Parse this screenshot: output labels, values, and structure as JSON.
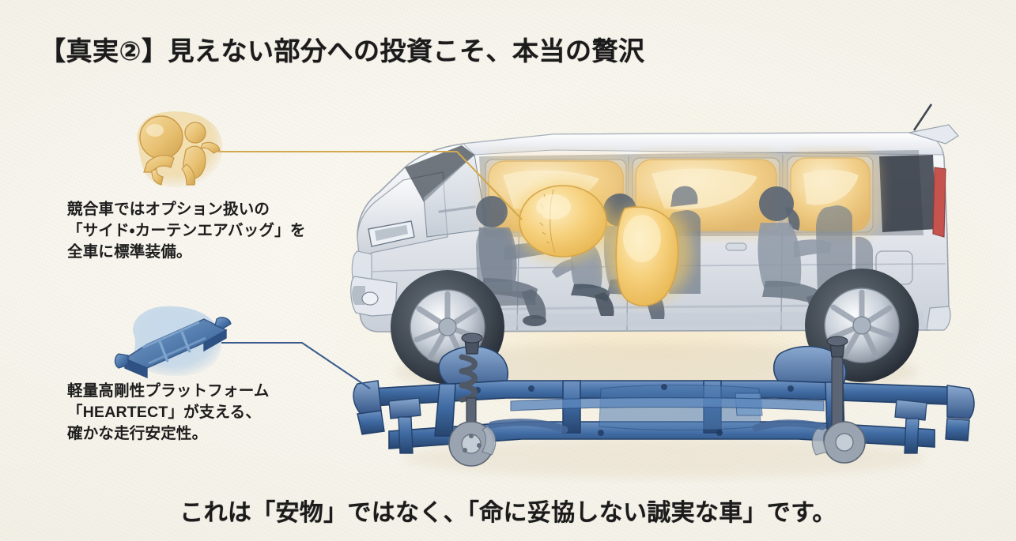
{
  "page": {
    "title": "【真実②】見えない部分への投資こそ、本当の贅沢",
    "footer": "これは「安物」ではなく、「命に妥協しない誠実な車」です。",
    "background_color": "#f6f4ed",
    "title_color": "#1b1b1b"
  },
  "callouts": [
    {
      "id": "airbag",
      "icon_name": "airbag-occupant-icon",
      "accent_color": "#d8a942",
      "lines": [
        "競合車ではオプション扱いの",
        "「サイド・カーテンエアバッグ」を",
        "全車に標準装備。"
      ]
    },
    {
      "id": "platform",
      "icon_name": "chassis-platform-icon",
      "accent_color": "#36598c",
      "lines": [
        "軽量高剛性プラットフォーム",
        "「HEARTECT」が支える、",
        "確かな走行安定性。"
      ]
    }
  ],
  "illustration": {
    "name": "cutaway-kei-minivan-with-airbags-and-chassis",
    "vehicle_body_color": "#e8eaee",
    "airbag_color": "#f3c963",
    "occupant_color": "#7b8694",
    "chassis_color": "#3a6098",
    "glow_color": "#f6ce7e",
    "occupants": [
      "driver",
      "child-front",
      "passenger-mid",
      "passenger-rear"
    ],
    "airbags": [
      "driver-front-airbag",
      "side-airbag",
      "curtain-airbag-front",
      "curtain-airbag-mid",
      "curtain-airbag-rear"
    ]
  }
}
